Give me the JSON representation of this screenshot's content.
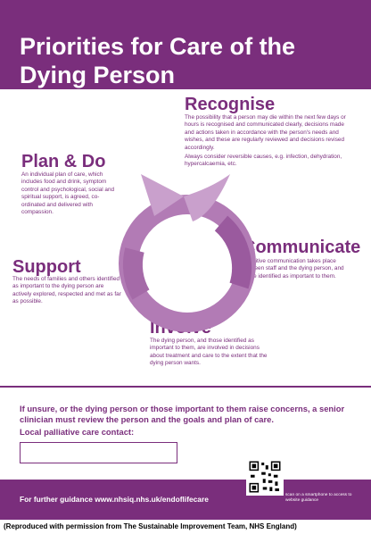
{
  "title": "Priorities for Care of the Dying Person",
  "sections": {
    "recognise": {
      "title": "Recognise",
      "body": "The possibility that a person may die within the next few days or hours is recognised and communicated clearly, decisions made and actions taken in accordance with the person's needs and wishes, and these are regularly reviewed and decisions revised accordingly.",
      "note": "Always consider reversible causes, e.g. infection, dehydration, hypercalcaemia, etc."
    },
    "communicate": {
      "title": "Communicate",
      "body": "Sensitive communication takes place between staff and the dying person, and those identified as important to them."
    },
    "involve": {
      "title": "Involve",
      "body": "The dying person, and those identified as important to them, are involved in decisions about treatment and care to the extent that the dying person wants."
    },
    "support": {
      "title": "Support",
      "body": "The needs of families and others identified as important to the dying person are actively explored, respected and met as far as possible."
    },
    "plan_do": {
      "title": "Plan & Do",
      "body": "An individual plan of care, which includes food and drink, symptom control and psychological, social and spiritual support, is agreed, co-ordinated and delivered with compassion."
    }
  },
  "warning": "If unsure, or the dying person or those important to them raise concerns, a senior clinician must review the person and the goals and plan of care.",
  "contact_label": "Local palliative care contact:",
  "footer": {
    "guidance": "For further guidance www.nhsiq.nhs.uk/endoflifecare",
    "scan": "scan on a smartphone to access to website guidance"
  },
  "credit": "(Reproduced with permission from The Sustainable Improvement Team, NHS England)",
  "colors": {
    "brand": "#7a2e7c",
    "arc_light": "#c9a0cc",
    "arc_mid": "#b27bb5"
  },
  "icons": {
    "cycle": "circular-arrows-icon",
    "qr": "qr-code-icon"
  }
}
